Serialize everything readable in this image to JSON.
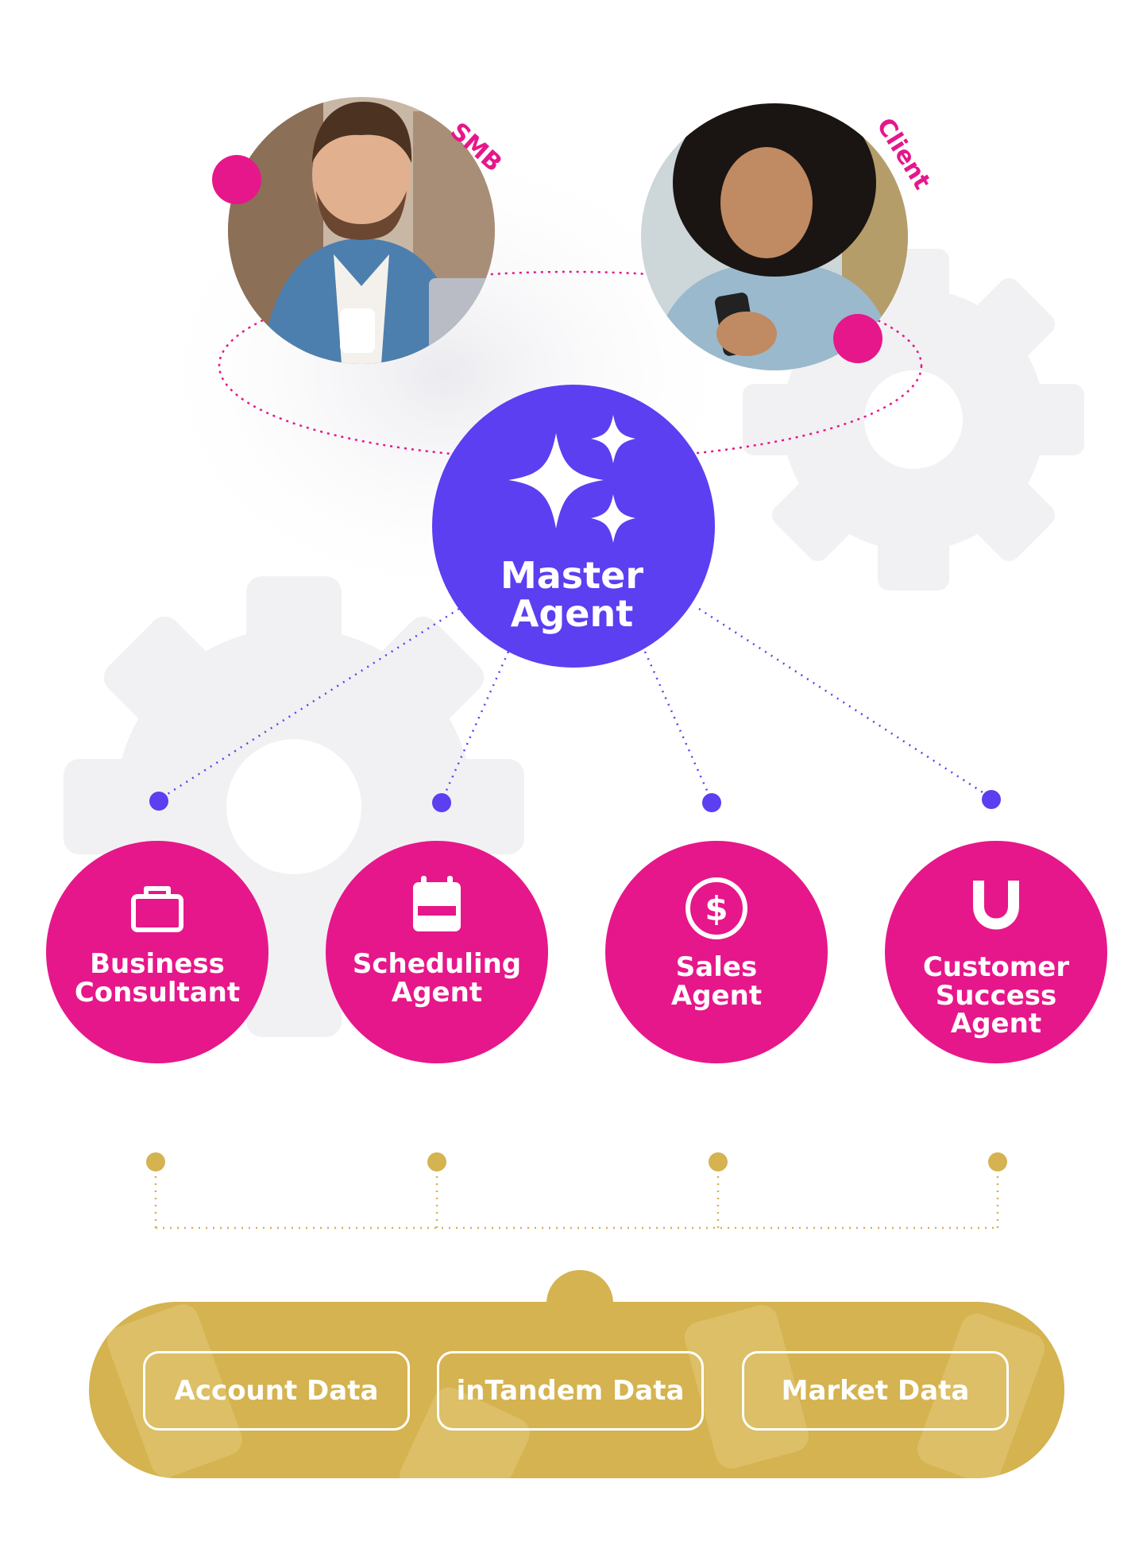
{
  "people": {
    "smb_label": "SMB",
    "client_label": "Client"
  },
  "master": {
    "label": "Master Agent",
    "icon": "sparkles-icon"
  },
  "agents": [
    {
      "label": "Business\nConsultant",
      "icon": "briefcase-icon"
    },
    {
      "label": "Scheduling\nAgent",
      "icon": "calendar-icon"
    },
    {
      "label": "Sales\nAgent",
      "icon": "dollar-icon"
    },
    {
      "label": "Customer\nSuccess\nAgent",
      "icon": "magnet-icon"
    }
  ],
  "data_sources": [
    {
      "label": "Account Data"
    },
    {
      "label": "inTandem Data"
    },
    {
      "label": "Market Data"
    }
  ],
  "colors": {
    "master": "#5b3ff0",
    "agent": "#e6178a",
    "data_bar": "#d4b350",
    "connector_purple": "#5b3ff0",
    "connector_pink": "#e6178a",
    "connector_gold": "#d4b350",
    "gear": "#f1f1f3"
  }
}
